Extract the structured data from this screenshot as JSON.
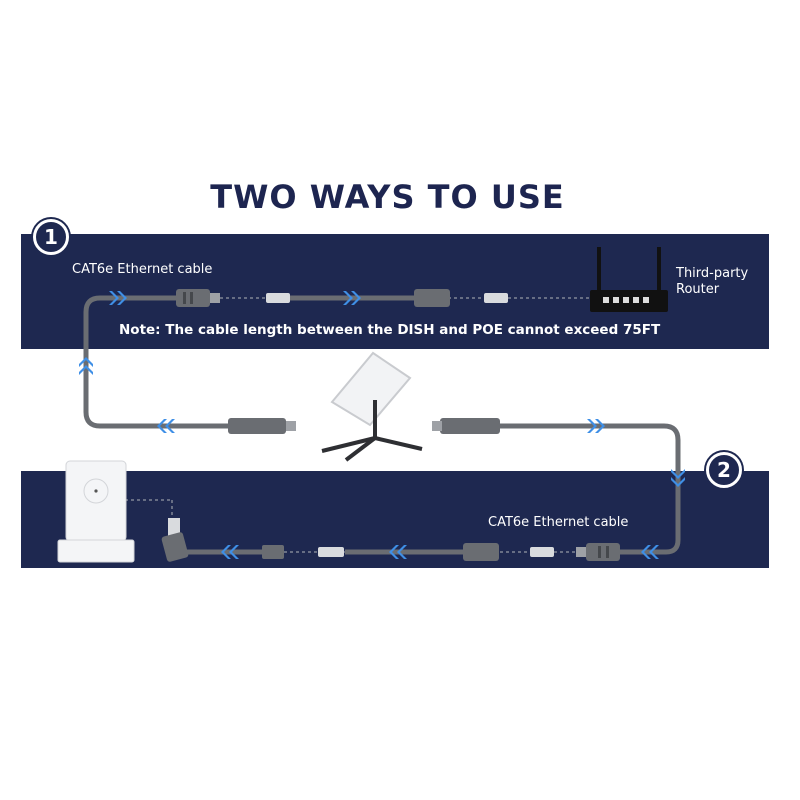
{
  "title": "TWO WAYS TO USE",
  "option1": {
    "badge": "1",
    "cable_label": "CAT6e Ethernet cable",
    "router_label_line1": "Third-party",
    "router_label_line2": "Router",
    "note": "Note: The cable length between the DISH and POE cannot exceed 75FT"
  },
  "option2": {
    "badge": "2",
    "cable_label": "CAT6e Ethernet cable"
  },
  "colors": {
    "band": "#1e2850",
    "title": "#1d2550",
    "cable": "#6a6d72",
    "arrow": "#3f8fe6"
  },
  "icons": [
    "satellite-dish-icon",
    "router-icon",
    "poe-power-supply-icon",
    "cable-connector-icon",
    "flow-arrow-icon"
  ]
}
